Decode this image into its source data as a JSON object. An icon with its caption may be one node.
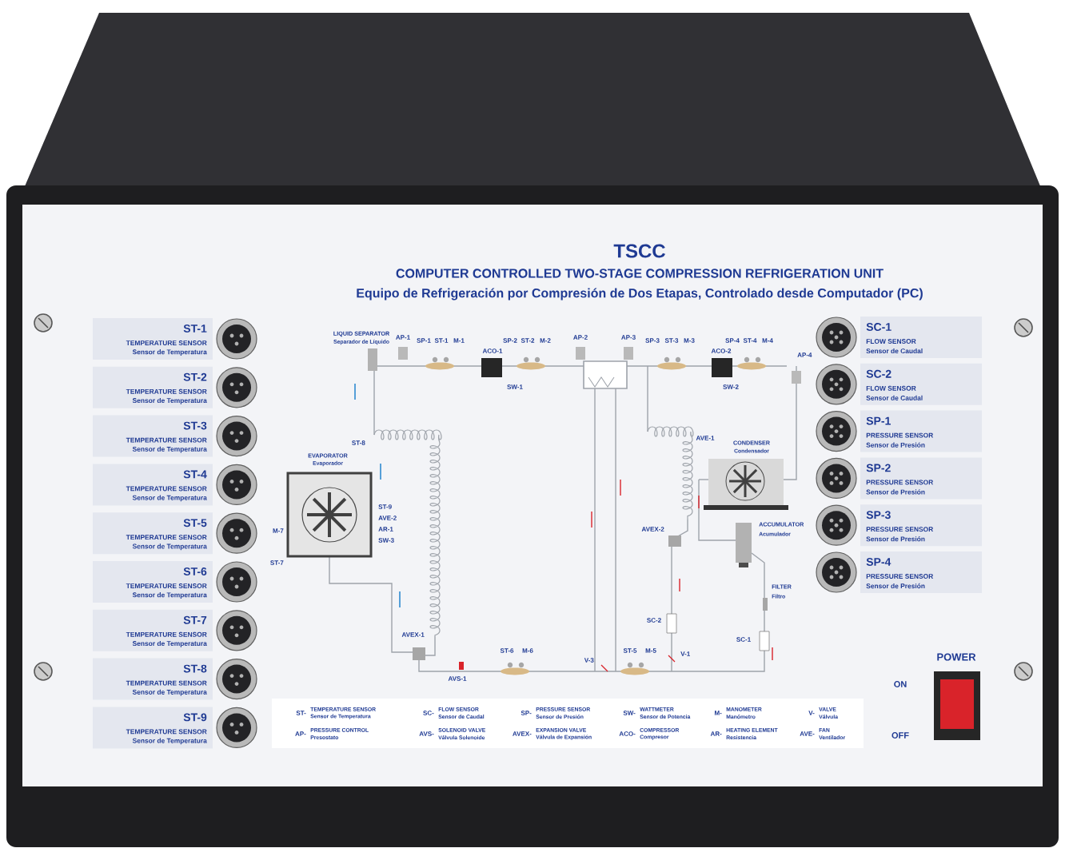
{
  "diagram": {
    "title": "TSCC",
    "labels": [
      "COMPUTER CONTROLLED TWO-STAGE COMPRESSION REFRIGERATION UNIT",
      "Equipo de Refrigeración por Compresión de Dos Etapas, Controlado desde Computador (PC)",
      "ST-1",
      "TEMPERATURE SENSOR",
      "Sensor de Temperatura",
      "ST-2",
      "TEMPERATURE SENSOR",
      "Sensor de Temperatura",
      "ST-3",
      "TEMPERATURE SENSOR",
      "Sensor de Temperatura",
      "ST-4",
      "TEMPERATURE SENSOR",
      "Sensor de Temperatura",
      "ST-5",
      "TEMPERATURE SENSOR",
      "Sensor de Temperatura",
      "ST-6",
      "TEMPERATURE SENSOR",
      "Sensor de Temperatura",
      "ST-7",
      "TEMPERATURE SENSOR",
      "Sensor de Temperatura",
      "ST-8",
      "TEMPERATURE SENSOR",
      "Sensor de Temperatura",
      "ST-9",
      "TEMPERATURE SENSOR",
      "Sensor de Temperatura",
      "SC-1",
      "FLOW SENSOR",
      "Sensor de Caudal",
      "SC-2",
      "FLOW SENSOR",
      "Sensor de Caudal",
      "SP-1",
      "PRESSURE SENSOR",
      "Sensor de Presión",
      "SP-2",
      "PRESSURE SENSOR",
      "Sensor de Presión",
      "SP-3",
      "PRESSURE SENSOR",
      "Sensor de Presión",
      "SP-4",
      "PRESSURE SENSOR",
      "Sensor de Presión",
      "LIQUID SEPARATOR",
      "Separador de Líquido",
      "AP-1",
      "SP-1",
      "ST-1",
      "M-1",
      "ACO-1",
      "SW-1",
      "SP-2",
      "ST-2",
      "M-2",
      "AP-2",
      "AP-3",
      "SP-3",
      "ST-3",
      "M-3",
      "ACO-2",
      "SW-2",
      "SP-4",
      "ST-4",
      "M-4",
      "AP-4",
      "EVAPORATOR",
      "Evaporador",
      "ST-8",
      "ST-9",
      "AVE-2",
      "AR-1",
      "SW-3",
      "M-7",
      "ST-7",
      "AVE-1",
      "CONDENSER",
      "Condensador",
      "AVEX-2",
      "ACCUMULATOR",
      "Acumulador",
      "FILTER",
      "Filtro",
      "SC-2",
      "SC-1",
      "AVEX-1",
      "ST-6",
      "M-6",
      "ST-5",
      "M-5",
      "V-1",
      "V-3",
      "AVS-1",
      "ST-",
      "TEMPERATURE SENSOR",
      "Sensor de Temperatura",
      "SC-",
      "FLOW SENSOR",
      "Sensor de Caudal",
      "SP-",
      "PRESSURE SENSOR",
      "Sensor de Presión",
      "SW-",
      "WATTMETER",
      "Sensor de Potencia",
      "M-",
      "MANOMETER",
      "Manómetro",
      "V-",
      "VALVE",
      "Válvula",
      "AP-",
      "PRESSURE CONTROL",
      "Presostato",
      "AVS-",
      "SOLENOID VALVE",
      "Válvula Solenoide",
      "AVEX-",
      "EXPANSION VALVE",
      "Válvula de Expansión",
      "ACO-",
      "COMPRESSOR",
      "Compresor",
      "AR-",
      "HEATING ELEMENT",
      "Resistencia",
      "AVE-",
      "FAN",
      "Ventilador",
      "POWER",
      "ON",
      "OFF"
    ]
  }
}
